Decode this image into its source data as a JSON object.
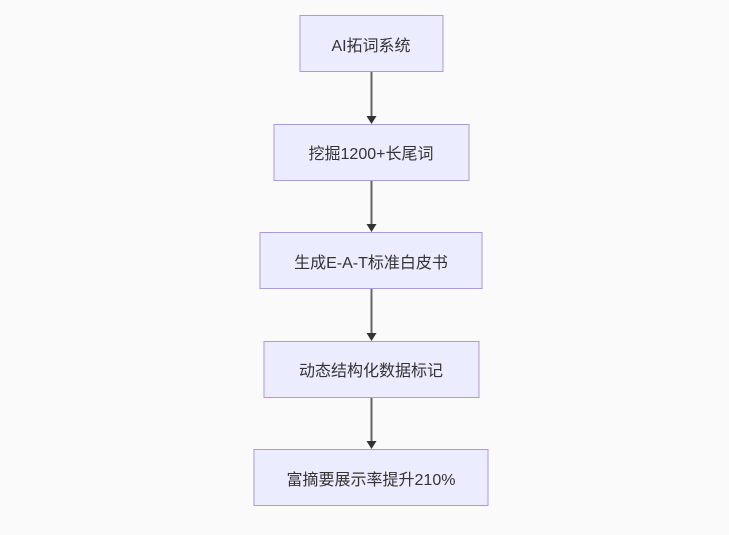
{
  "flowchart": {
    "type": "flowchart",
    "direction": "top-down",
    "nodes": [
      {
        "label": "AI拓词系统"
      },
      {
        "label": "挖掘1200+长尾词"
      },
      {
        "label": "生成E-A-T标准白皮书"
      },
      {
        "label": "动态结构化数据标记"
      },
      {
        "label": "富摘要展示率提升210%"
      }
    ],
    "edges": [
      {
        "from": 0,
        "to": 1
      },
      {
        "from": 1,
        "to": 2
      },
      {
        "from": 2,
        "to": 3
      },
      {
        "from": 3,
        "to": 4
      }
    ],
    "colors": {
      "node_fill": "#ECECFF",
      "node_border": "#AC9BDB",
      "arrow_line": "#666666",
      "arrow_head": "#333333",
      "text": "#333333",
      "background": "#FAFAFA"
    }
  }
}
